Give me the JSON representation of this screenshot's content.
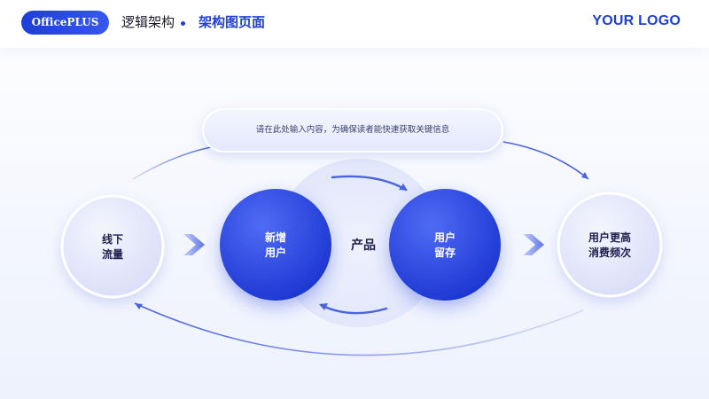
{
  "header": {
    "brand": "OfficePLUS",
    "breadcrumb_section": "逻辑架构",
    "breadcrumb_page": "架构图页面",
    "logo": "YOUR LOGO"
  },
  "diagram": {
    "pill_text": "请在此处输入内容，为确保读者能快速获取关键信息",
    "center_label": "产品",
    "nodes": [
      {
        "lines": [
          "线下",
          "流量"
        ]
      },
      {
        "lines": [
          "新增",
          "用户"
        ]
      },
      {
        "lines": [
          "用户",
          "留存"
        ]
      },
      {
        "lines": [
          "用户更高",
          "消费频次"
        ]
      }
    ]
  },
  "colors": {
    "accent": "#2040d8",
    "node_dark_start": "#4a66f4",
    "node_dark_end": "#1a35d0",
    "node_light": "#e6e9fb",
    "arrow": "#5a70e0"
  }
}
